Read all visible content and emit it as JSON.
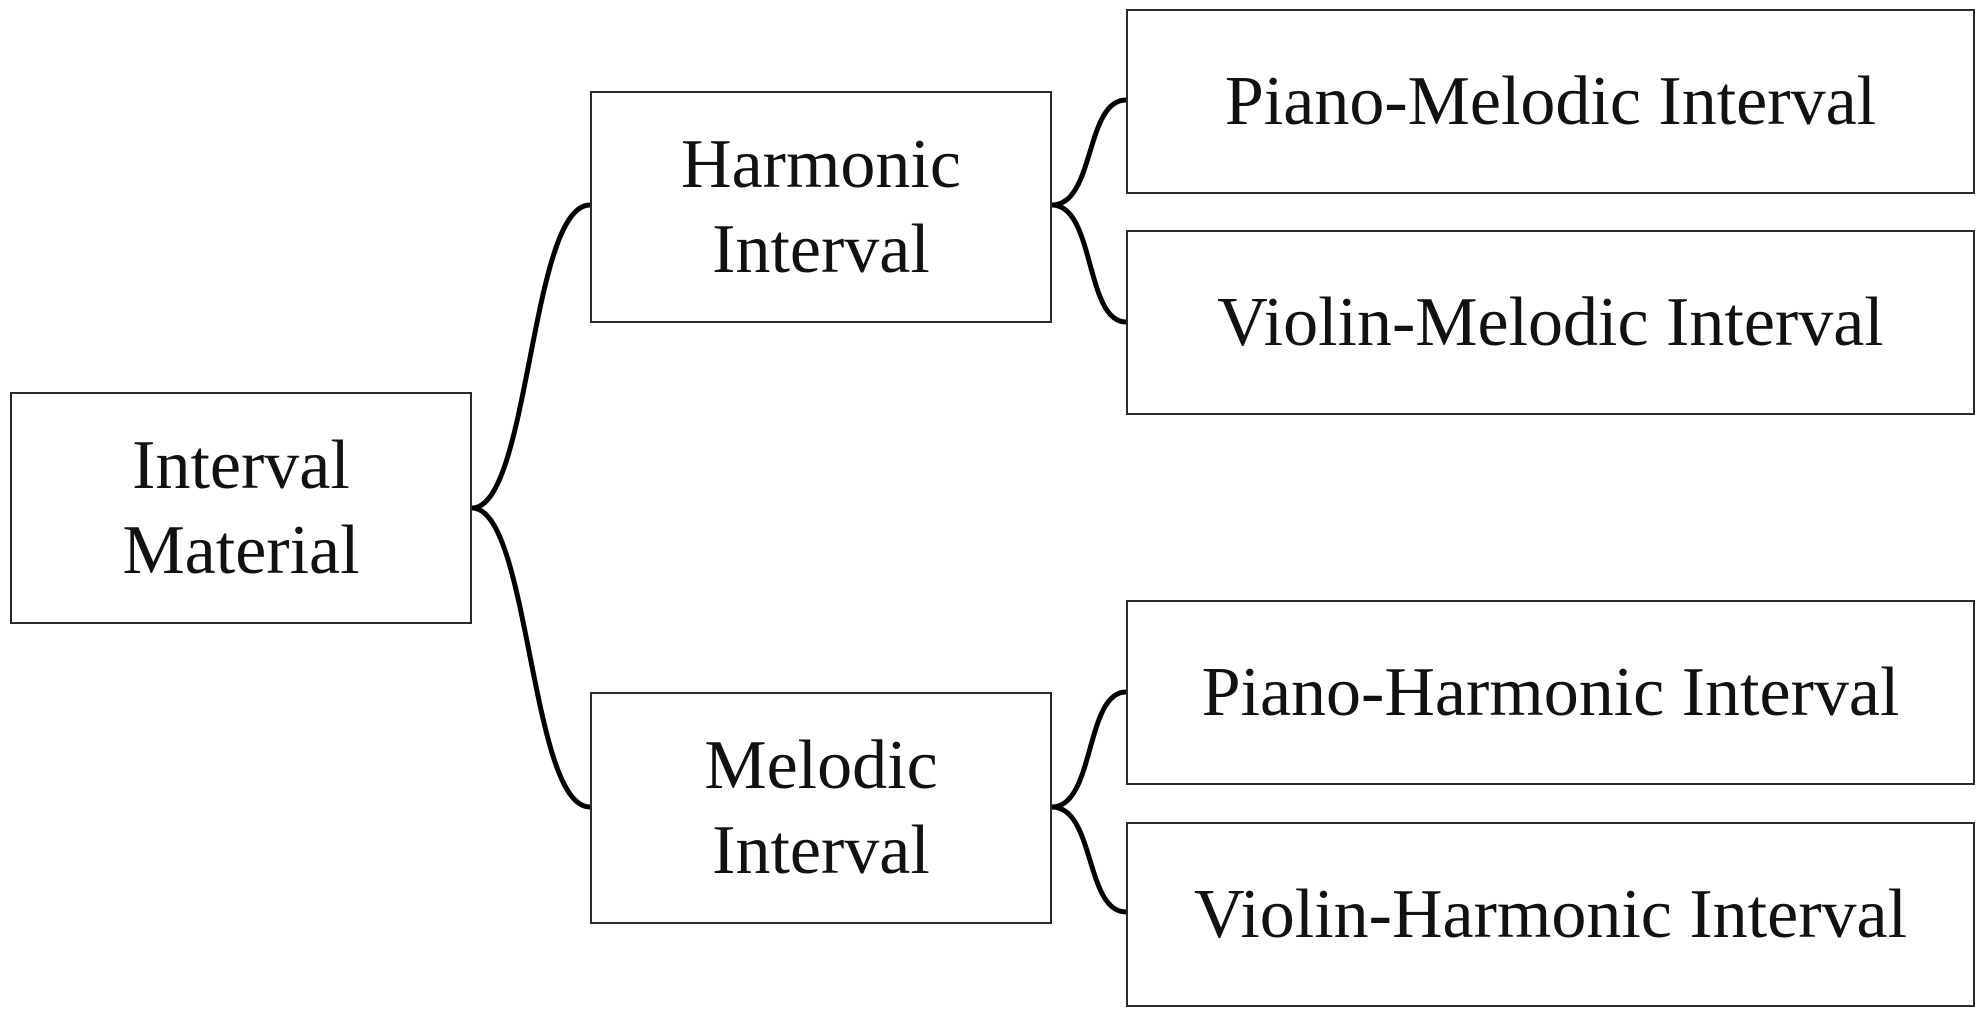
{
  "diagram": {
    "root": {
      "line1": "Interval",
      "line2": "Material"
    },
    "branches": [
      {
        "line1": "Harmonic",
        "line2": "Interval",
        "leaves": [
          "Piano-Melodic Interval",
          "Violin-Melodic Interval"
        ]
      },
      {
        "line1": "Melodic",
        "line2": "Interval",
        "leaves": [
          "Piano-Harmonic Interval",
          "Violin-Harmonic Interval"
        ]
      }
    ]
  }
}
